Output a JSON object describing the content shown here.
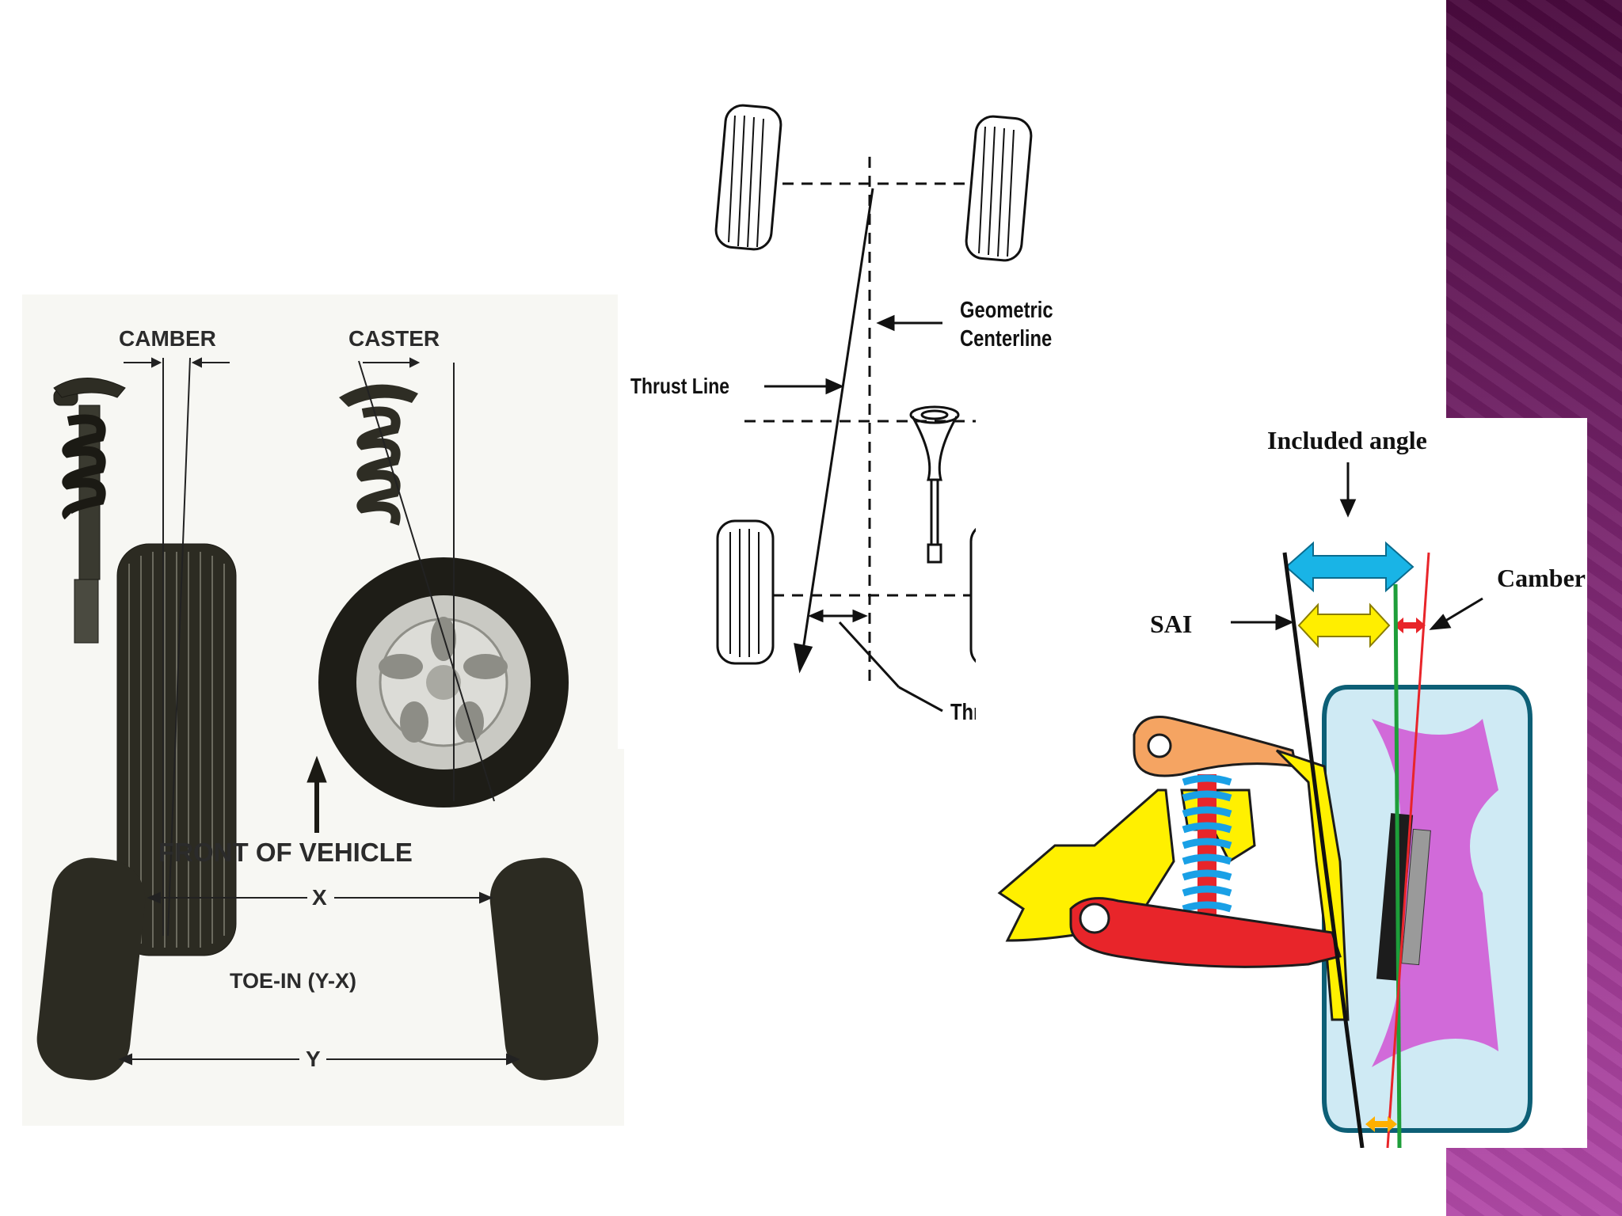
{
  "alignment_basics": {
    "camber_label": "CAMBER",
    "caster_label": "CASTER",
    "front_label": "FRONT OF VEHICLE",
    "x_label": "X",
    "toe_label": "TOE-IN (Y-X)",
    "y_label": "Y"
  },
  "thrust_diagram": {
    "geometric_label": "Geometric",
    "centerline_label": "Centerline",
    "thrust_line_label": "Thrust Line",
    "thrust_angle_label": "Thrust Angle"
  },
  "suspension_diagram": {
    "included_angle_label": "Included angle",
    "camber_label": "Camber",
    "sai_label": "SAI",
    "colors": {
      "included_angle_arrow": "#19b4e6",
      "sai_arrow": "#ffee00",
      "camber_arrow": "#e8252a",
      "green_line": "#1e9e3a",
      "red_line": "#e8252a"
    }
  },
  "theme": {
    "sidebar_color": "#7b2a70"
  }
}
